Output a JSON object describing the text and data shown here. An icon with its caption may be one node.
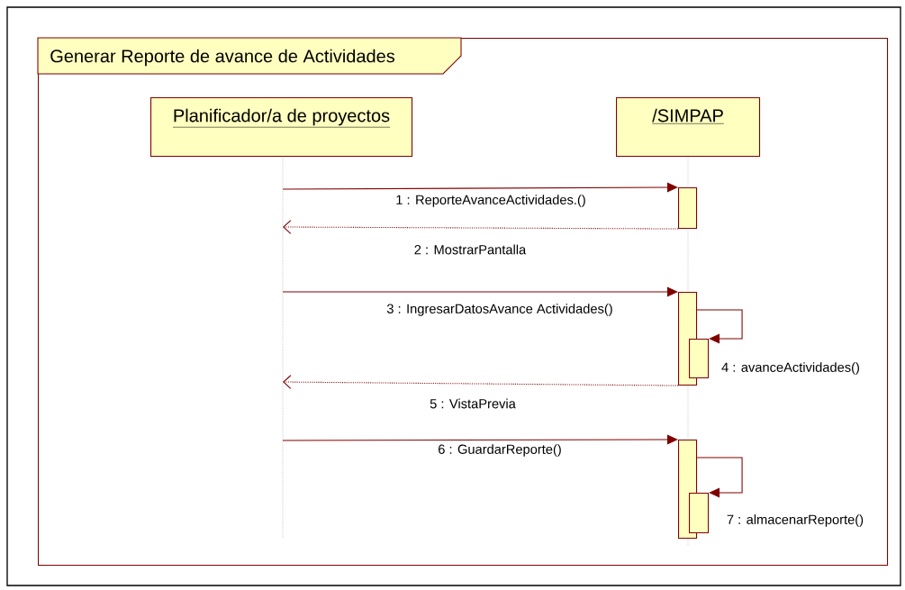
{
  "diagram": {
    "nodes": [
      {
        "text": [
          "Generar Reporte de avance de Actividades"
        ]
      },
      {
        "text": [
          "Planificador/a de proyectos"
        ],
        "in": 0
      },
      {
        "text": [
          "/SIMPAP"
        ],
        "in": 0
      },
      {
        "text": [],
        "shape": "bar",
        "in": 0
      },
      {
        "text": [],
        "shape": "bar",
        "in": 0
      },
      {
        "text": [],
        "shape": "bar",
        "in": 0
      },
      {
        "text": [],
        "shape": "bar",
        "in": 0
      },
      {
        "text": [],
        "shape": "bar",
        "in": 0
      }
    ],
    "edges": [
      {
        "from": null,
        "to": 3,
        "arrow": "to",
        "label": "1 : ReporteAvanceActividades.()"
      },
      {
        "from": 3,
        "to": null,
        "arrow": "to",
        "label": "2 : MostrarPantalla",
        "style": "dashed"
      },
      {
        "from": null,
        "to": 4,
        "arrow": "to",
        "label": "3 : IngresarDatosAvance Actividades()"
      },
      {
        "from": 4,
        "to": 5,
        "arrow": "to",
        "label": "4 : avanceActividades()"
      },
      {
        "from": 4,
        "to": null,
        "arrow": "to",
        "label": "5 : VistaPrevia",
        "style": "dashed"
      },
      {
        "from": null,
        "to": 6,
        "arrow": "to",
        "label": "6 : GuardarReporte()"
      },
      {
        "from": 6,
        "to": 7,
        "arrow": "to",
        "label": "7 : almacenarReporte()"
      }
    ]
  }
}
